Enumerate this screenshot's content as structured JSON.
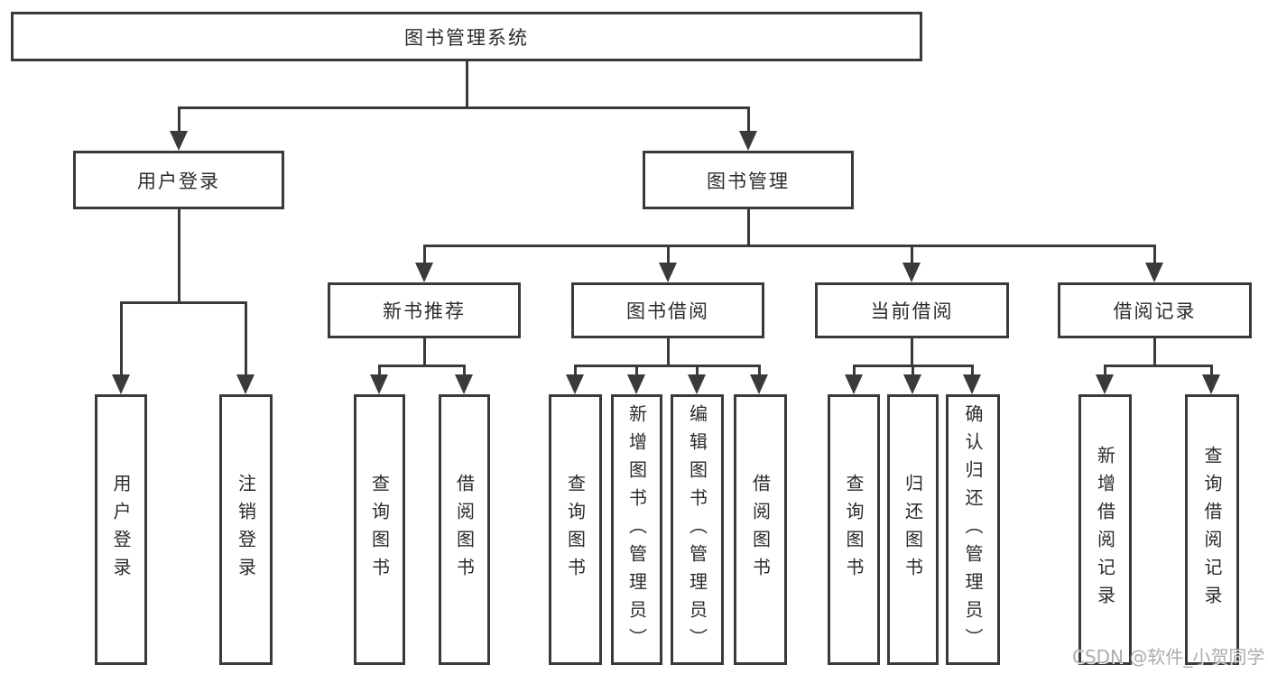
{
  "diagram": {
    "title": "图书管理系统",
    "nodes": {
      "root": {
        "label": "图书管理系统"
      },
      "user_login": {
        "label": "用户登录"
      },
      "book_mgmt": {
        "label": "图书管理"
      },
      "new_book_rec": {
        "label": "新书推荐"
      },
      "book_borrow": {
        "label": "图书借阅"
      },
      "current_borrow": {
        "label": "当前借阅"
      },
      "borrow_records": {
        "label": "借阅记录"
      },
      "login_v": {
        "label": "用户登录"
      },
      "logout_v": {
        "label": "注销登录"
      },
      "nb_query": {
        "label": "查询图书"
      },
      "nb_borrow": {
        "label": "借阅图书"
      },
      "bb_query": {
        "label": "查询图书"
      },
      "bb_add": {
        "label": "新增图书（管理员）"
      },
      "bb_edit": {
        "label": "编辑图书（管理员）"
      },
      "bb_borrow": {
        "label": "借阅图书"
      },
      "cb_query": {
        "label": "查询图书"
      },
      "cb_return": {
        "label": "归还图书"
      },
      "cb_confirm": {
        "label": "确认归还（管理员）"
      },
      "br_add": {
        "label": "新增借阅记录"
      },
      "br_query": {
        "label": "查询借阅记录"
      }
    },
    "edges": [
      {
        "from": "root",
        "to": "user_login"
      },
      {
        "from": "root",
        "to": "book_mgmt"
      },
      {
        "from": "user_login",
        "to": "login_v"
      },
      {
        "from": "user_login",
        "to": "logout_v"
      },
      {
        "from": "book_mgmt",
        "to": "new_book_rec"
      },
      {
        "from": "book_mgmt",
        "to": "book_borrow"
      },
      {
        "from": "book_mgmt",
        "to": "current_borrow"
      },
      {
        "from": "book_mgmt",
        "to": "borrow_records"
      },
      {
        "from": "new_book_rec",
        "to": "nb_query"
      },
      {
        "from": "new_book_rec",
        "to": "nb_borrow"
      },
      {
        "from": "book_borrow",
        "to": "bb_query"
      },
      {
        "from": "book_borrow",
        "to": "bb_add"
      },
      {
        "from": "book_borrow",
        "to": "bb_edit"
      },
      {
        "from": "book_borrow",
        "to": "bb_borrow"
      },
      {
        "from": "current_borrow",
        "to": "cb_query"
      },
      {
        "from": "current_borrow",
        "to": "cb_return"
      },
      {
        "from": "current_borrow",
        "to": "cb_confirm"
      },
      {
        "from": "borrow_records",
        "to": "br_add"
      },
      {
        "from": "borrow_records",
        "to": "br_query"
      }
    ]
  },
  "watermark": {
    "text": "CSDN @软件_小贺同学"
  },
  "colors": {
    "line": "#3a3a3a",
    "text": "#2b2b2b",
    "background": "#ffffff",
    "watermark": "#9e9e9e"
  }
}
